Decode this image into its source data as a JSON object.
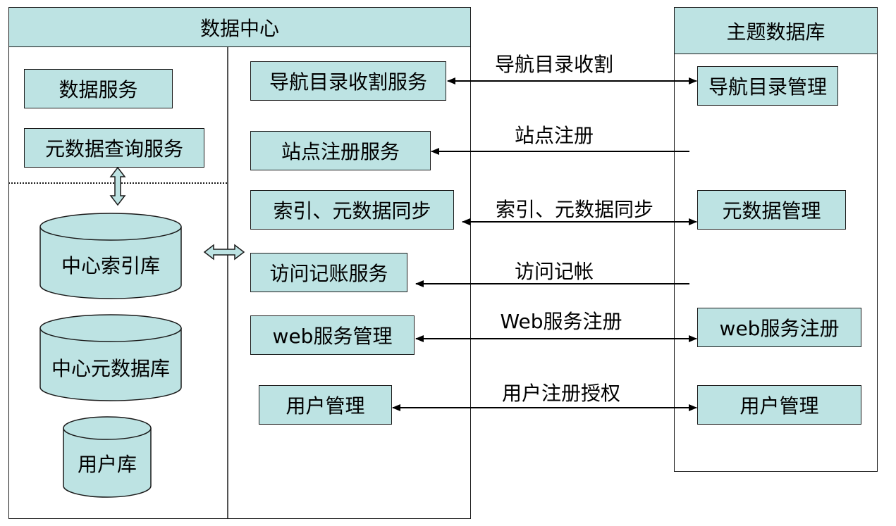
{
  "data_center": {
    "title": "数据中心",
    "left_services": [
      "数据服务",
      "元数据查询服务"
    ],
    "databases": [
      "中心索引库",
      "中心元数据库",
      "用户库"
    ],
    "right_services": [
      "导航目录收割服务",
      "站点注册服务",
      "索引、元数据同步",
      "访问记账服务",
      "web服务管理",
      "用户管理"
    ]
  },
  "theme_db": {
    "title": "主题数据库",
    "items": [
      "导航目录管理",
      "元数据管理",
      "web服务注册",
      "用户管理"
    ]
  },
  "links": [
    "导航目录收割",
    "站点注册",
    "索引、元数据同步",
    "访问记帐",
    "Web服务注册",
    "用户注册授权"
  ]
}
